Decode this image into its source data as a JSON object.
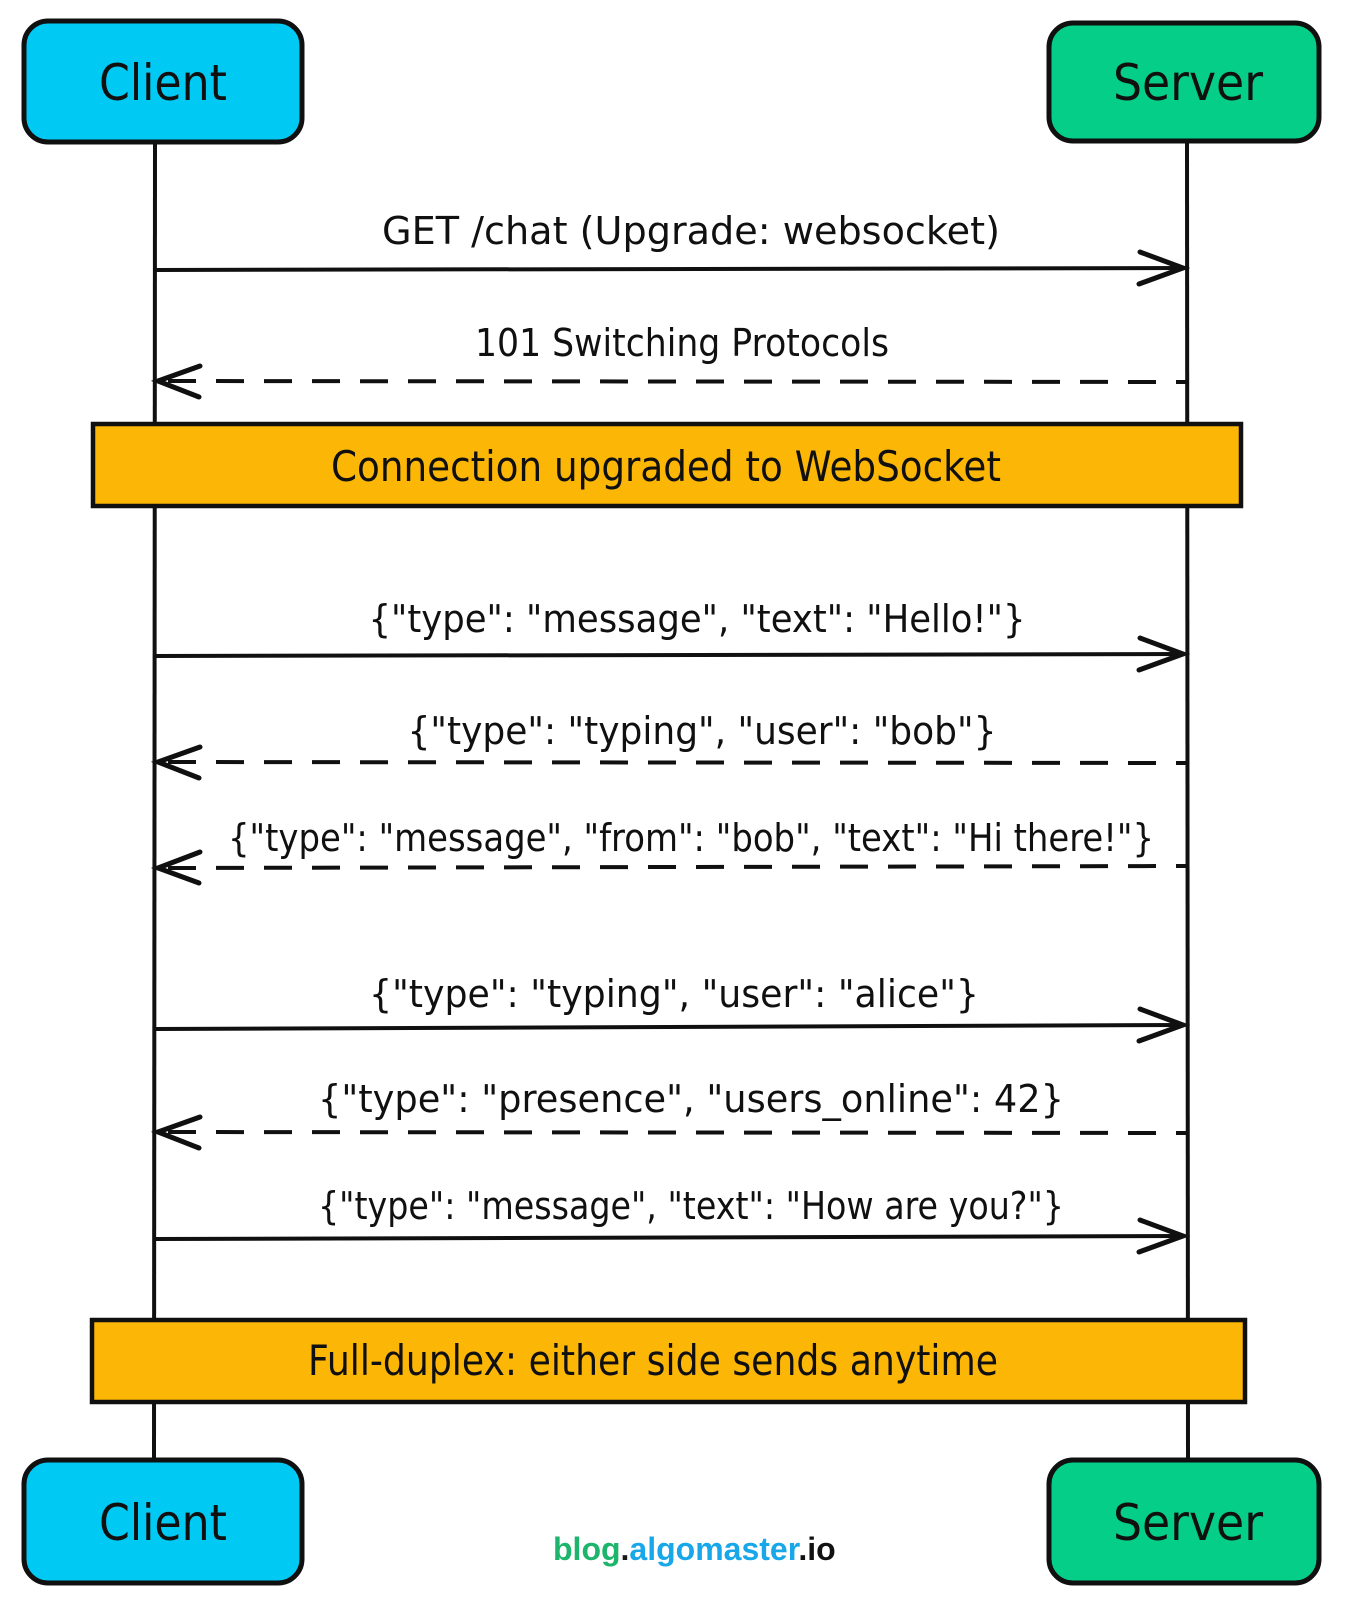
{
  "diagram": {
    "type": "sequence",
    "actors": {
      "client": {
        "label": "Client",
        "fill": "#00CAF4"
      },
      "server": {
        "label": "Server",
        "fill": "#04CE88"
      }
    },
    "messages": [
      {
        "label": "GET /chat (Upgrade: websocket)",
        "from": "client",
        "to": "server",
        "line": "solid"
      },
      {
        "label": "101 Switching Protocols",
        "from": "server",
        "to": "client",
        "line": "dashed"
      },
      {
        "label": "{\"type\": \"message\", \"text\": \"Hello!\"}",
        "from": "client",
        "to": "server",
        "line": "solid"
      },
      {
        "label": "{\"type\": \"typing\", \"user\": \"bob\"}",
        "from": "server",
        "to": "client",
        "line": "dashed"
      },
      {
        "label": "{\"type\": \"message\", \"from\": \"bob\", \"text\": \"Hi there!\"}",
        "from": "server",
        "to": "client",
        "line": "dashed"
      },
      {
        "label": "{\"type\": \"typing\", \"user\": \"alice\"}",
        "from": "client",
        "to": "server",
        "line": "solid"
      },
      {
        "label": "{\"type\": \"presence\", \"users_online\": 42}",
        "from": "server",
        "to": "client",
        "line": "dashed"
      },
      {
        "label": "{\"type\": \"message\", \"text\": \"How are you?\"}",
        "from": "client",
        "to": "server",
        "line": "solid"
      }
    ],
    "notes": [
      {
        "label": "Connection upgraded to WebSocket",
        "fill": "#FCB605"
      },
      {
        "label": "Full-duplex: either side sends anytime",
        "fill": "#FCB605"
      }
    ],
    "ink_color": "#101010"
  },
  "footer": {
    "blog": "blog",
    "dot1": ".",
    "name": "algomaster",
    "suffix": ".io",
    "blog_color": "#1CB56B",
    "dot1_color": "#1a1a1a",
    "name_color": "#18A7E8",
    "suffix_color": "#111111"
  }
}
